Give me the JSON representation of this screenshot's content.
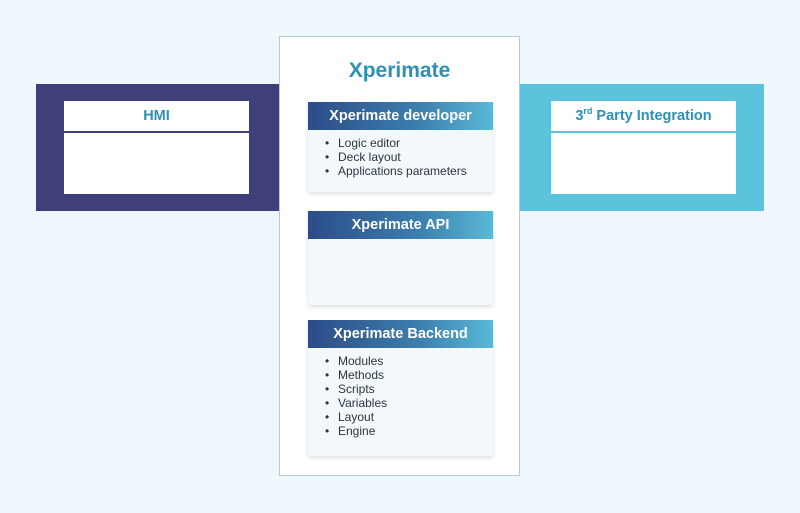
{
  "hmi": {
    "title": "HMI"
  },
  "third_party": {
    "title_prefix": "3",
    "title_sup": "rd",
    "title_rest": " Party Integration"
  },
  "xperimate": {
    "title": "Xperimate",
    "cards": [
      {
        "header": "Xperimate developer",
        "items": [
          "Logic editor",
          "Deck layout",
          "Applications parameters"
        ]
      },
      {
        "header": "Xperimate API",
        "items": []
      },
      {
        "header": "Xperimate Backend",
        "items": [
          "Modules",
          "Methods",
          "Scripts",
          "Variables",
          "Layout",
          "Engine"
        ]
      }
    ]
  },
  "colors": {
    "navy": "#3f3f79",
    "cyan": "#5bc4dc",
    "title_blue": "#2a92b6",
    "background": "#eef7fb"
  }
}
